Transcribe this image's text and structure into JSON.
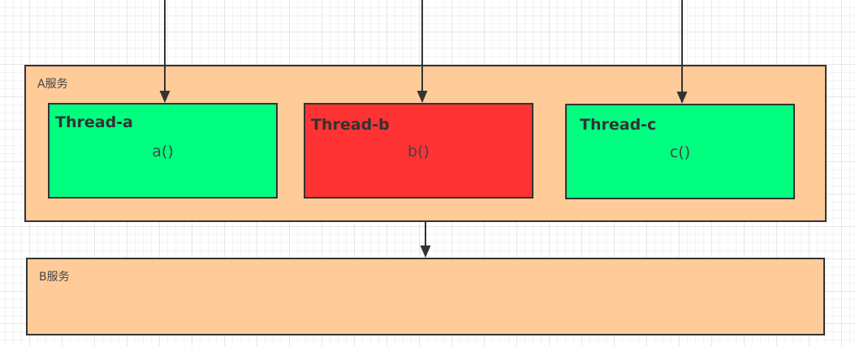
{
  "colors": {
    "service_fill": "#ffcc99",
    "thread_ok": "#00ff80",
    "thread_error": "#ff3333",
    "stroke": "#333333"
  },
  "service_a": {
    "label": "A服务",
    "threads": [
      {
        "title": "Thread-a",
        "call": "a()",
        "status": "ok"
      },
      {
        "title": "Thread-b",
        "call": "b()",
        "status": "error"
      },
      {
        "title": "Thread-c",
        "call": "c()",
        "status": "ok"
      }
    ]
  },
  "service_b": {
    "label": "B服务"
  }
}
